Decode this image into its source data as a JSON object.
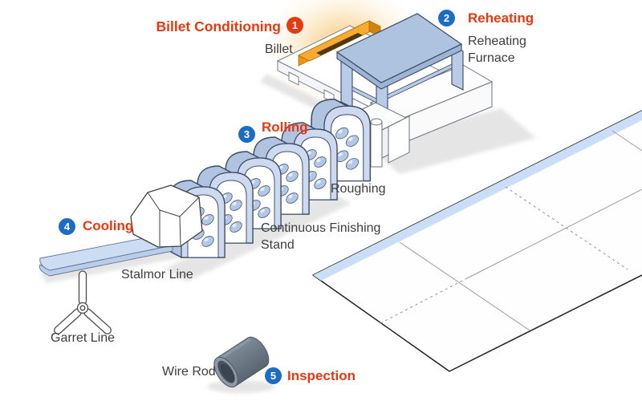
{
  "diagram": {
    "stages": [
      {
        "number": "1",
        "label": "Billet Conditioning"
      },
      {
        "number": "2",
        "label": "Reheating"
      },
      {
        "number": "3",
        "label": "Rolling"
      },
      {
        "number": "4",
        "label": "Cooling"
      },
      {
        "number": "5",
        "label": "Inspection"
      }
    ],
    "equipment": {
      "billet": "Billet",
      "reheating_furnace": "Reheating Furnace",
      "roughing": "Roughing",
      "continuous_finishing_stand": "Continuous Finishing Stand",
      "stalmor_line": "Stalmor Line",
      "garret_line": "Garret Line",
      "wire_rod": "Wire Rod"
    },
    "colors": {
      "stage_label_red": "#e8380f",
      "badge_stage1": "#e8380f",
      "badge_blue": "#1b6cc2",
      "equipment_label_gray": "#3d3d3d",
      "machine_blue": "#b9cbe7",
      "machine_outline": "#3b4a63",
      "billet_orange": "#f29b1e",
      "floor_stripe_blue": "#cadef7"
    }
  }
}
